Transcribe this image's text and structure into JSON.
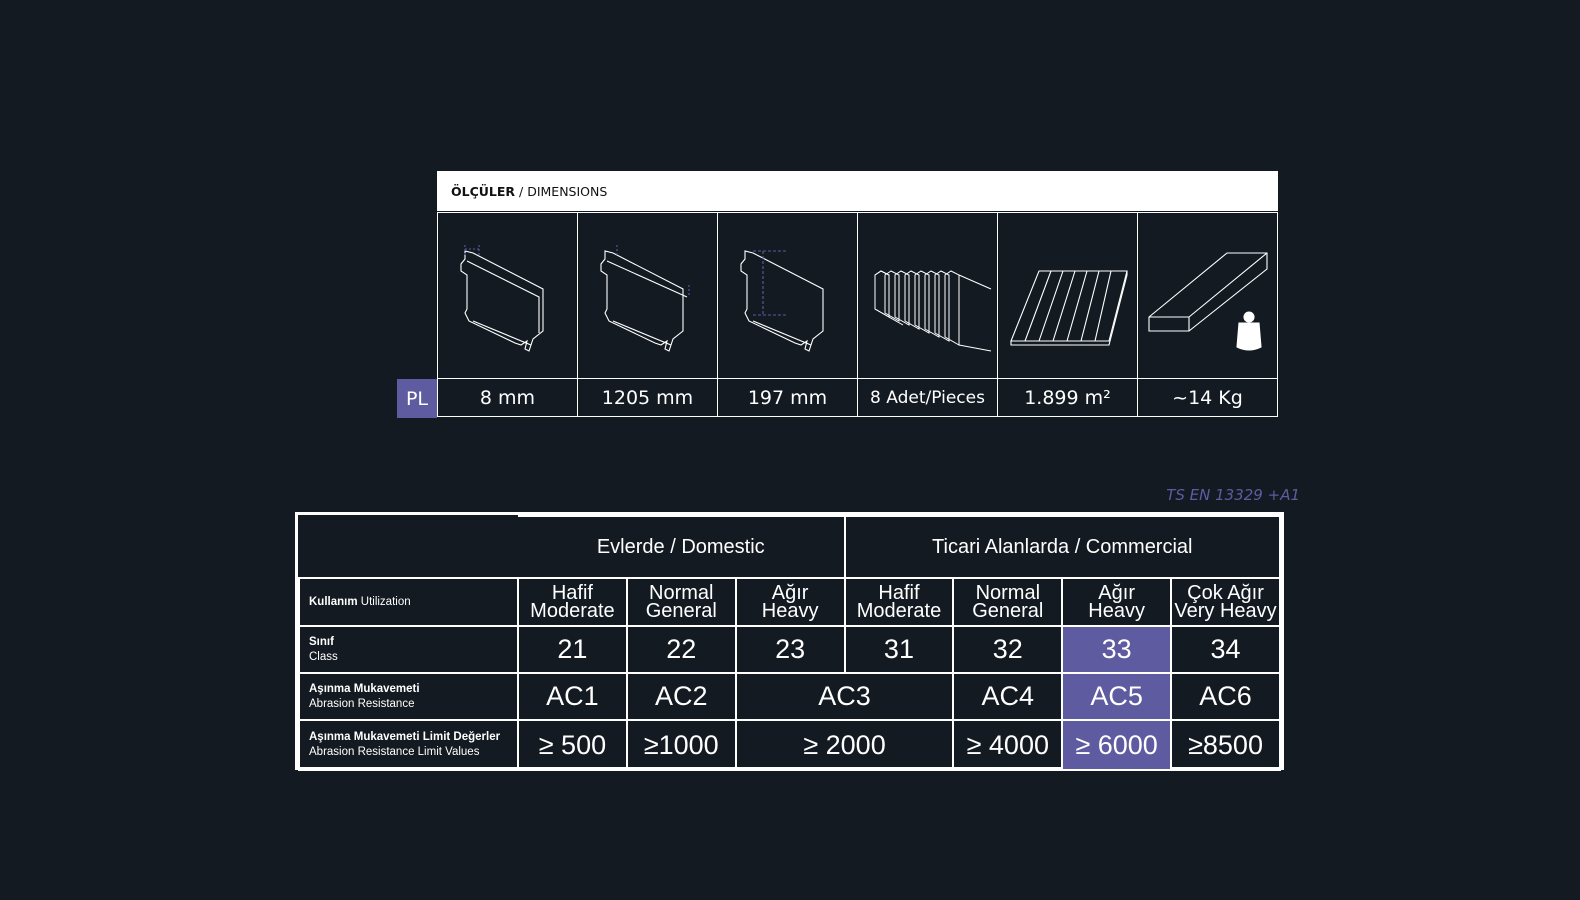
{
  "dimensions": {
    "title_bold": "ÖLÇÜLER",
    "title_rest": " / DIMENSIONS",
    "badge": "PL",
    "icons": [
      "board-thickness-icon",
      "board-length-icon",
      "board-width-icon",
      "stack-pieces-icon",
      "area-icon",
      "weight-icon"
    ],
    "values": [
      "8 mm",
      "1205 mm",
      "197 mm",
      "8 Adet/Pieces",
      "1.899  m²",
      "~14 Kg"
    ]
  },
  "standard": "TS EN 13329 +A1",
  "classification": {
    "groups": [
      "Evlerde / Domestic",
      "Ticari  Alanlarda  / Commercial"
    ],
    "rows": {
      "utilization": {
        "label_bold": "Kullanım",
        "label_rest": " Utilization",
        "cells": [
          [
            "Hafif",
            "Moderate"
          ],
          [
            "Normal",
            "General"
          ],
          [
            "Ağır",
            "Heavy"
          ],
          [
            "Hafif",
            "Moderate"
          ],
          [
            "Normal",
            "General"
          ],
          [
            "Ağır",
            "Heavy"
          ],
          [
            "Çok Ağır",
            "Very Heavy"
          ]
        ]
      },
      "class": {
        "label_bold": "Sınıf",
        "label_rest": "Class",
        "cells": [
          "21",
          "22",
          "23",
          "31",
          "32",
          "33",
          "34"
        ]
      },
      "abrasion": {
        "label_bold": "Aşınma Mukavemeti",
        "label_rest": "Abrasion Resistance",
        "cells": [
          "AC1",
          "AC2",
          "AC3",
          "AC4",
          "AC5",
          "AC6"
        ]
      },
      "limit": {
        "label_bold": "Aşınma Mukavemeti Limit Değerler",
        "label_rest": "Abrasion Resistance Limit Values",
        "cells": [
          "≥ 500",
          "≥1000",
          "≥ 2000",
          "≥ 4000",
          "≥ 6000",
          "≥8500"
        ]
      }
    },
    "highlight_color": "#5f5ba1"
  }
}
